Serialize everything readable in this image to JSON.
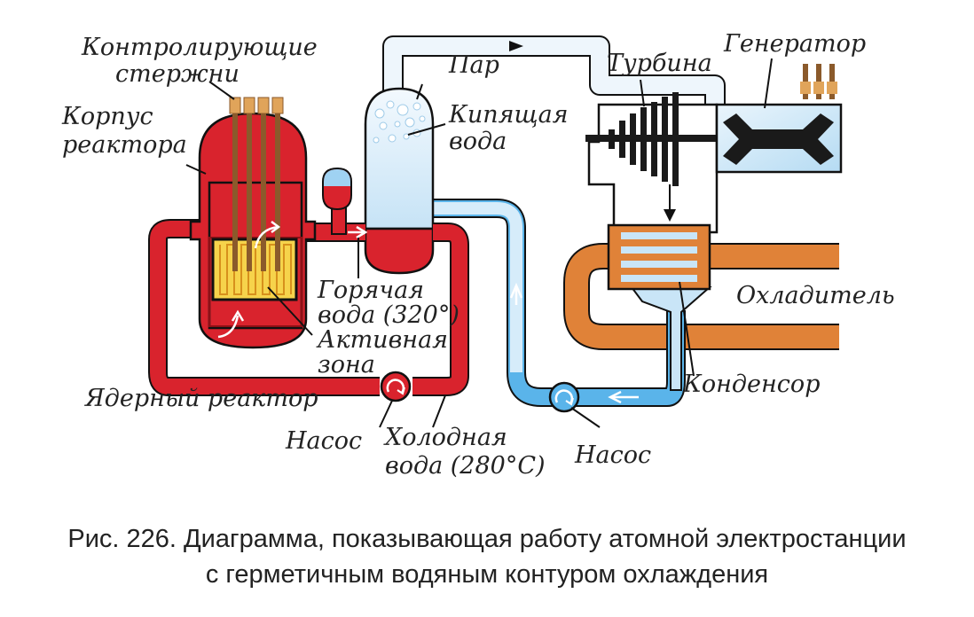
{
  "colors": {
    "reactor_red": "#d9232d",
    "dark_red": "#8e1016",
    "core_yellow": "#f6d34b",
    "steam_light": "#e3f1fb",
    "water_blue": "#5ab4ea",
    "condenser_orange": "#e08238",
    "rod_brown": "#8b5a2b",
    "outline": "#111111"
  },
  "labels": {
    "control_rods_1": "Контролирующие",
    "control_rods_2": "стержни",
    "vessel_1": "Корпус",
    "vessel_2": "реактора",
    "reactor": "Ядерный реактор",
    "pump_left": "Насос",
    "hot_water_1": "Горячая",
    "hot_water_2": "вода (320°)",
    "core_1": "Активная",
    "core_2": "зона",
    "cold_water_1": "Холодная",
    "cold_water_2": "вода (280°С)",
    "steam": "Пар",
    "boiling_1": "Кипящая",
    "boiling_2": "вода",
    "turbine": "Турбина",
    "generator": "Генератор",
    "coolant": "Охладитель",
    "condenser": "Конденсор",
    "pump_right": "Насос"
  },
  "caption": {
    "line1": "Рис. 226. Диаграмма, показывающая работу атомной электростанции",
    "line2": "с герметичным водяным контуром охлаждения"
  }
}
